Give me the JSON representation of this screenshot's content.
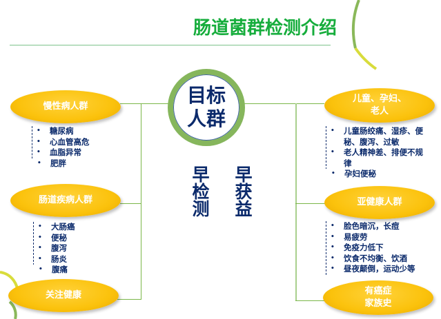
{
  "title": "肠道菌群检测介绍",
  "center": {
    "label": "目标\n人群"
  },
  "slogans": {
    "left": "早检测",
    "right": "早获益"
  },
  "left_groups": [
    {
      "label": "慢性病人群",
      "items": [
        "糖尿病",
        "心血管高危",
        "血脂异常",
        "肥胖"
      ]
    },
    {
      "label": "肠道疾病人群",
      "items": [
        "大肠癌",
        "便秘",
        "腹泻",
        "肠炎",
        "腹痛"
      ]
    },
    {
      "label": "关注健康",
      "items": []
    }
  ],
  "right_groups": [
    {
      "label": "儿童、孕妇、\n老人",
      "items": [
        "儿童肠绞痛、湿疹、便秘、腹泻、过敏",
        "老人精神差、排便不规律",
        "孕妇便秘"
      ]
    },
    {
      "label": "亚健康人群",
      "items": [
        "脸色暗沉，长痘",
        "易疲劳",
        "免疫力低下",
        "饮食不均衡、饮酒",
        "昼夜颠倒，运动少等"
      ]
    },
    {
      "label": "有癌症\n家族史",
      "items": []
    }
  ],
  "colors": {
    "title": "#16ad3c",
    "navy": "#0b2a6b",
    "oval": "#fbc20c",
    "connector": "#7ab648"
  }
}
